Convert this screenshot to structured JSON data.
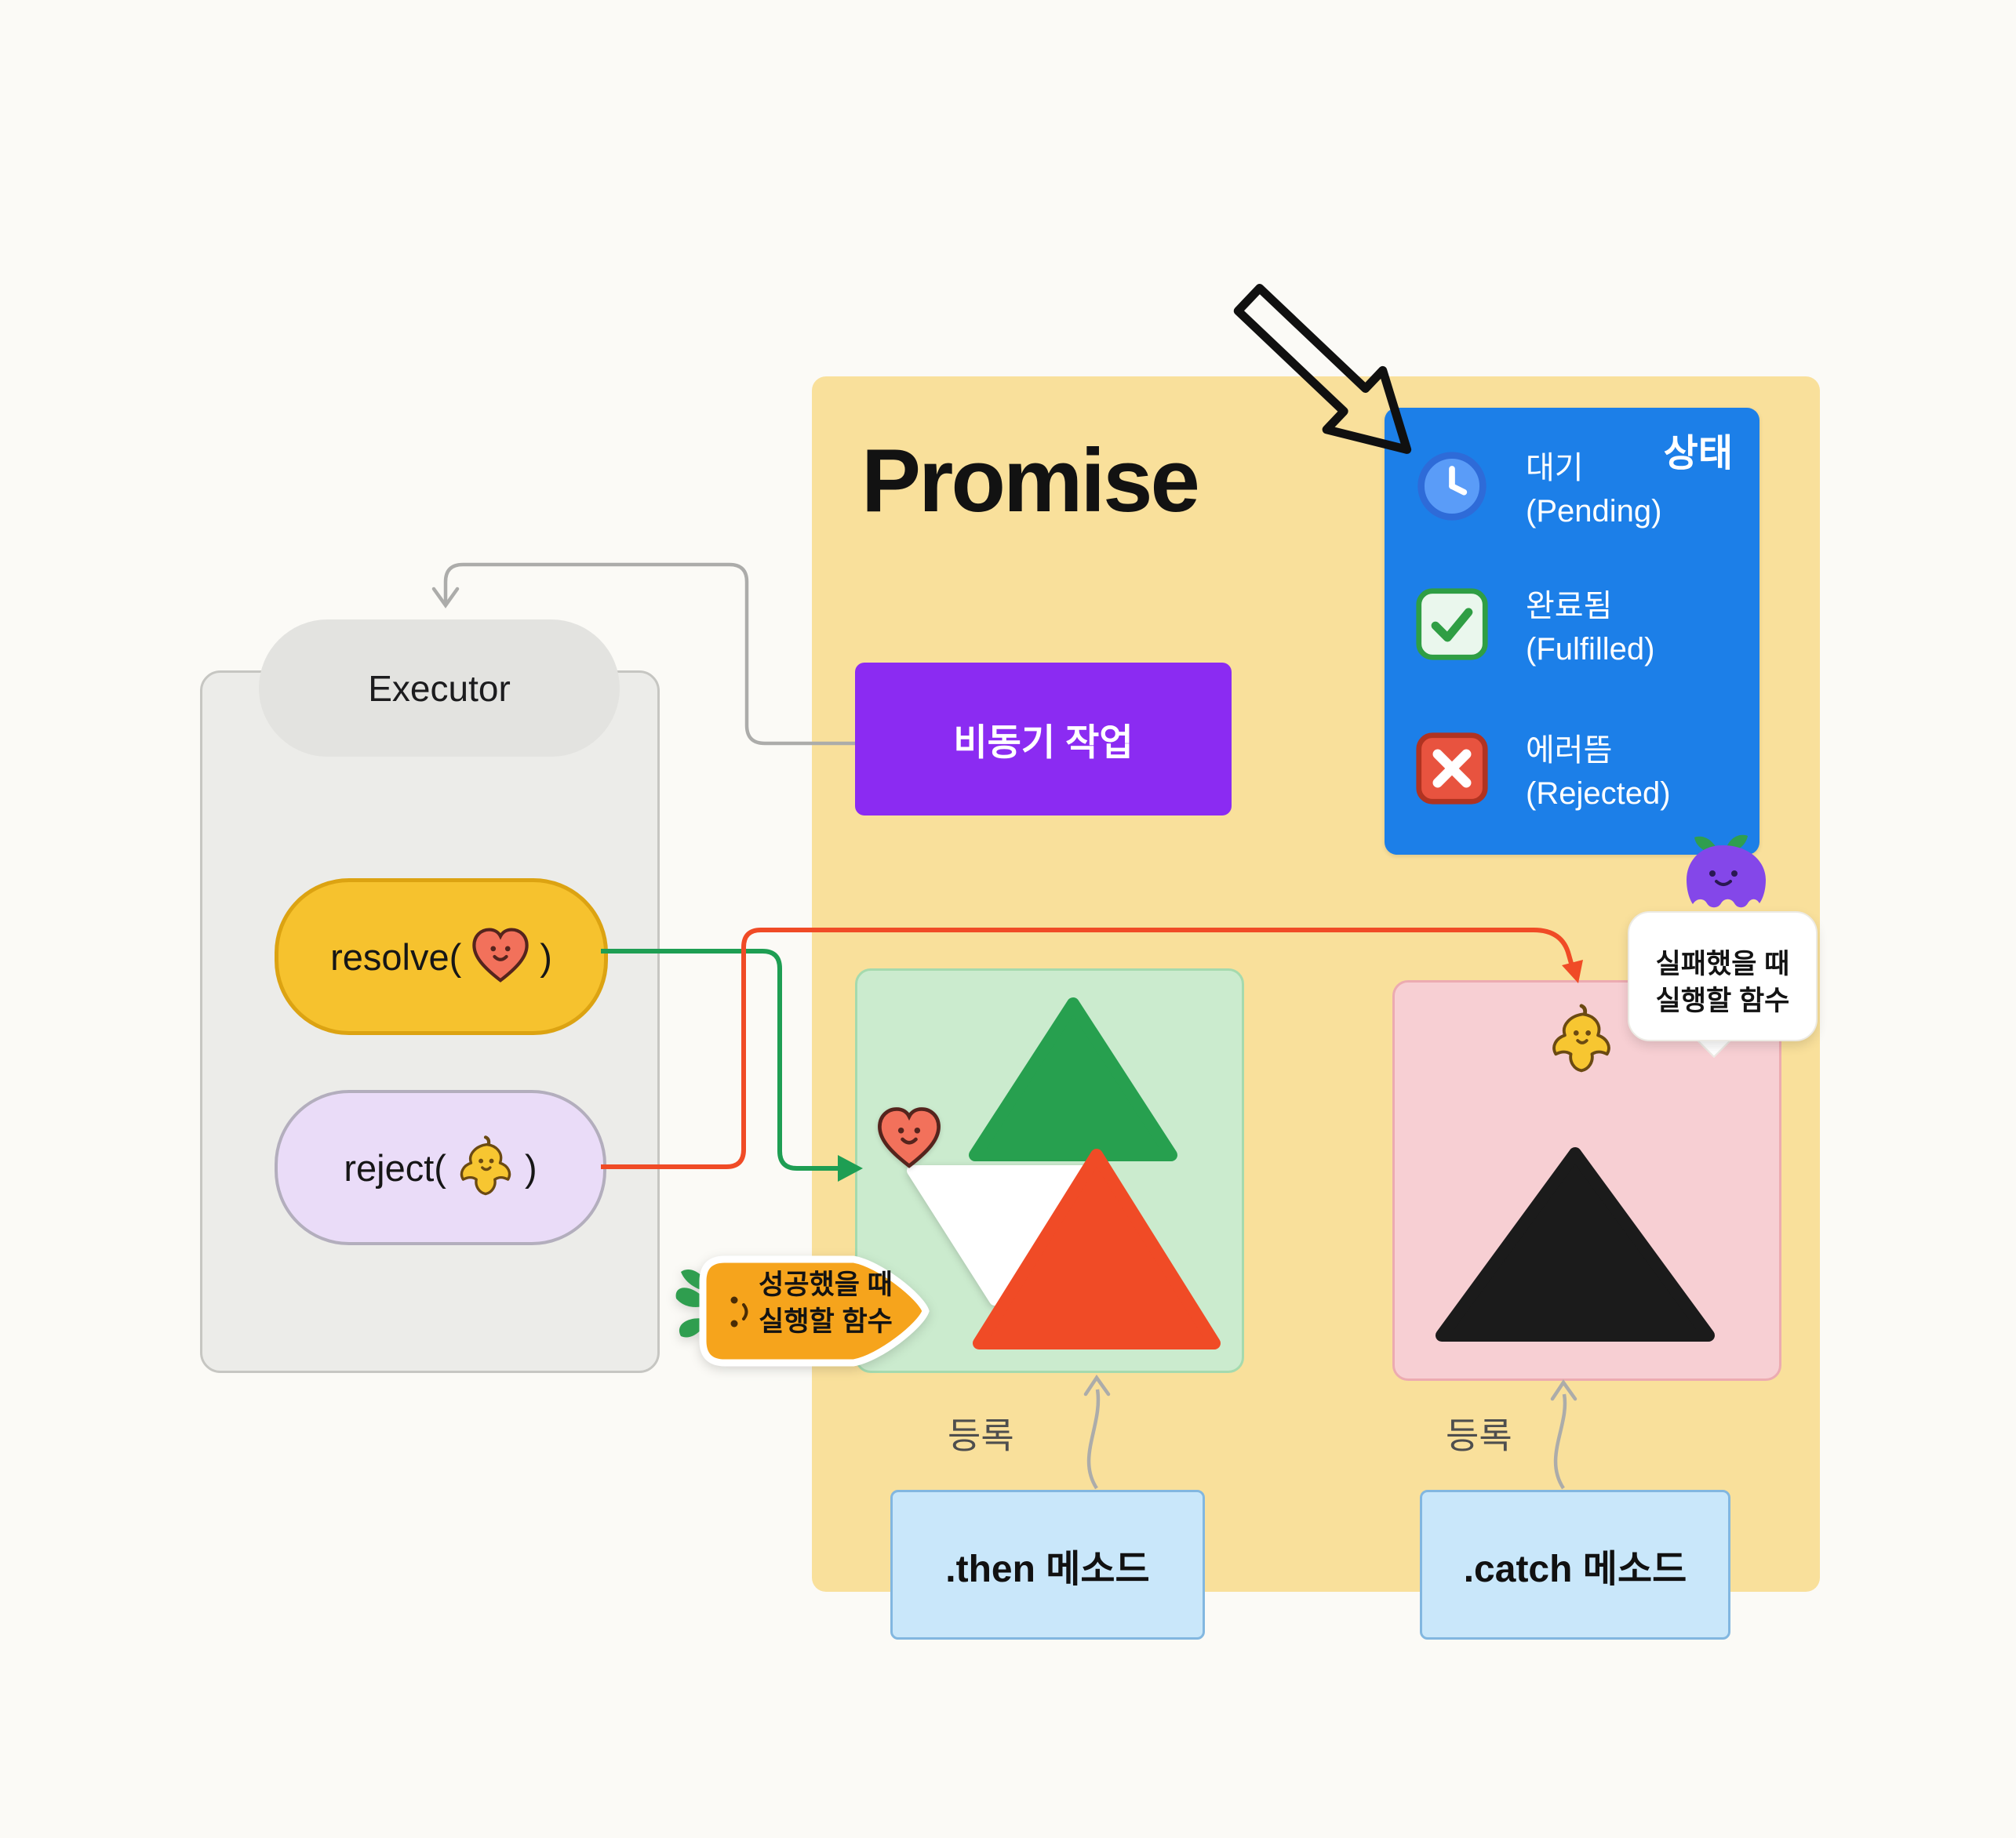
{
  "promise_panel": {
    "title": "Promise"
  },
  "state_panel": {
    "title": "상태",
    "states": [
      {
        "ko": "대기",
        "en": "(Pending)",
        "icon": "clock-icon"
      },
      {
        "ko": "완료됨",
        "en": "(Fulfilled)",
        "icon": "check-icon"
      },
      {
        "ko": "에러뜸",
        "en": "(Rejected)",
        "icon": "x-icon"
      }
    ]
  },
  "async_task": {
    "label": "비동기 작업"
  },
  "executor": {
    "label": "Executor",
    "resolve": {
      "prefix": "resolve(",
      "suffix": ")",
      "icon": "heart-face-icon"
    },
    "reject": {
      "prefix": "reject(",
      "suffix": ")",
      "icon": "banana-peel-icon"
    }
  },
  "success_callback_bubble": {
    "line1": "성공했을 때",
    "line2": "실행할 함수"
  },
  "failure_callback_bubble": {
    "line1": "실패했을 때",
    "line2": "실행할 함수"
  },
  "then_register_label": "등록",
  "catch_register_label": "등록",
  "then_method": {
    "label": ".then 메소드"
  },
  "catch_method": {
    "label": ".catch 메소드"
  },
  "colors": {
    "promise_bg": "#F9E09B",
    "state_blue": "#1C7FE8",
    "async_purple": "#8B2BF2",
    "resolve_gold": "#F6C22E",
    "reject_lavender": "#EADCF8",
    "fulfilled_green": "#27A04F",
    "rejected_red": "#F04B26",
    "method_blue": "#C9E7FA",
    "success_bubble_orange": "#F6A41C"
  }
}
